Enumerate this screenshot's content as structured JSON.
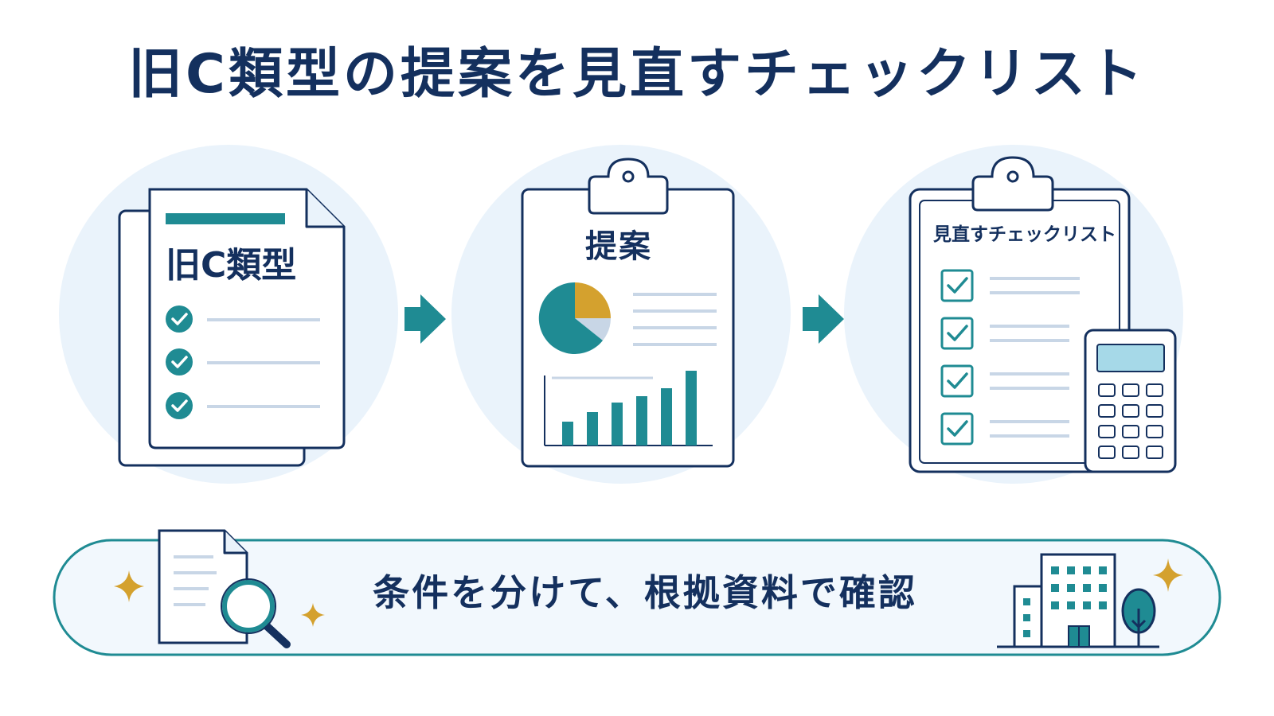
{
  "title": "旧C類型の提案を見直すチェックリスト",
  "steps": [
    {
      "label": "旧C類型",
      "icon": "document-stack-icon"
    },
    {
      "label": "提案",
      "icon": "clipboard-charts-icon"
    },
    {
      "label": "見直すチェックリスト",
      "icon": "clipboard-checklist-calculator-icon"
    }
  ],
  "banner": {
    "text": "条件を分けて、根拠資料で確認"
  },
  "colors": {
    "navy": "#14305e",
    "teal": "#1f8b93",
    "gold": "#d4a12e",
    "circle_bg": "#eaf3fb",
    "line_gray": "#c8d6e6"
  }
}
